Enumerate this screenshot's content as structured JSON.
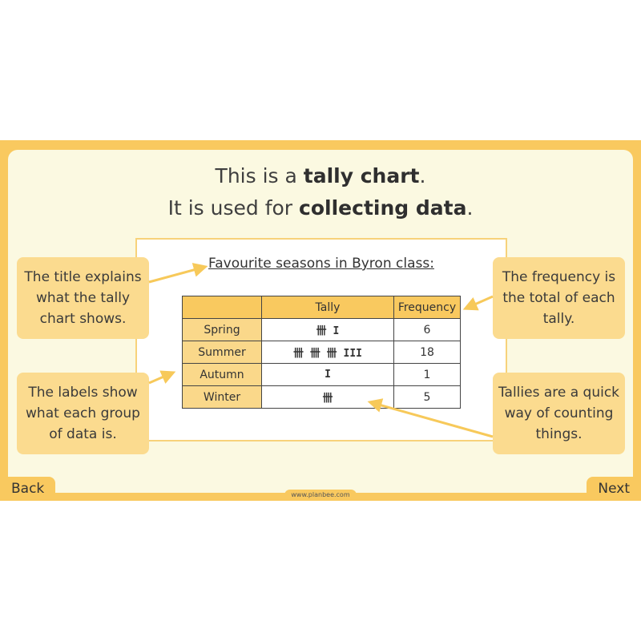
{
  "heading": {
    "line1_pre": "This is a ",
    "line1_bold": "tally chart",
    "line1_post": ".",
    "line2_pre": "It is used for ",
    "line2_bold": "collecting data",
    "line2_post": "."
  },
  "chart": {
    "title": "Favourite seasons in Byron class:",
    "col_tally": "Tally",
    "col_frequency": "Frequency",
    "rows": [
      {
        "label": "Spring",
        "tally": "卌 I",
        "frequency": "6"
      },
      {
        "label": "Summer",
        "tally": "卌 卌 卌 III",
        "frequency": "18"
      },
      {
        "label": "Autumn",
        "tally": "I",
        "frequency": "1"
      },
      {
        "label": "Winter",
        "tally": "卌",
        "frequency": "5"
      }
    ]
  },
  "callouts": {
    "title_note": "The title explains what the tally chart shows.",
    "frequency_note": "The frequency is the total of each tally.",
    "labels_note": "The labels show what each group of data is.",
    "tallies_note": "Tallies are a quick way of counting things."
  },
  "nav": {
    "back_label": "Back",
    "next_label": "Next",
    "url": "www.planbee.com"
  },
  "colors": {
    "accent": "#f9c95f",
    "callout": "#fbdb8f",
    "background": "#fbf9e1"
  }
}
